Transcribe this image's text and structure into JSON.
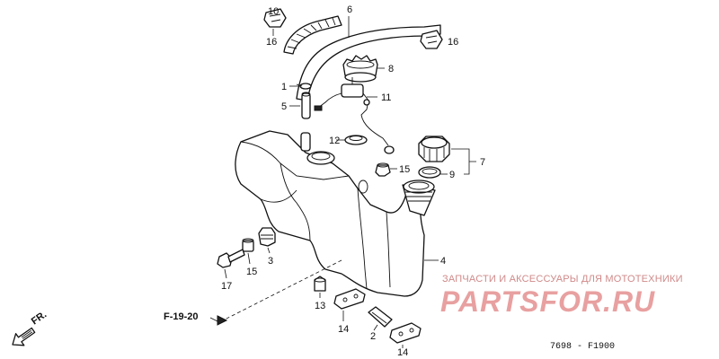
{
  "callouts": {
    "c1": "1",
    "c2": "2",
    "c3": "3",
    "c4": "4",
    "c5": "5",
    "c6": "6",
    "c7": "7",
    "c8": "8",
    "c9": "9",
    "c10": "10",
    "c11": "11",
    "c12": "12",
    "c13": "13",
    "c14a": "14",
    "c14b": "14",
    "c15a": "15",
    "c15b": "15",
    "c16a": "16",
    "c16b": "16",
    "c17": "17"
  },
  "reference": "F-19-20",
  "direction": "FR.",
  "diagram_code": "7698 - F1900",
  "watermark": {
    "subtitle": "ЗАПЧАСТИ И АКСЕССУАРЫ ДЛЯ МОТОТЕХНИКИ",
    "brand": "PARTSFOR.RU",
    "color": "#e8a0a0"
  }
}
